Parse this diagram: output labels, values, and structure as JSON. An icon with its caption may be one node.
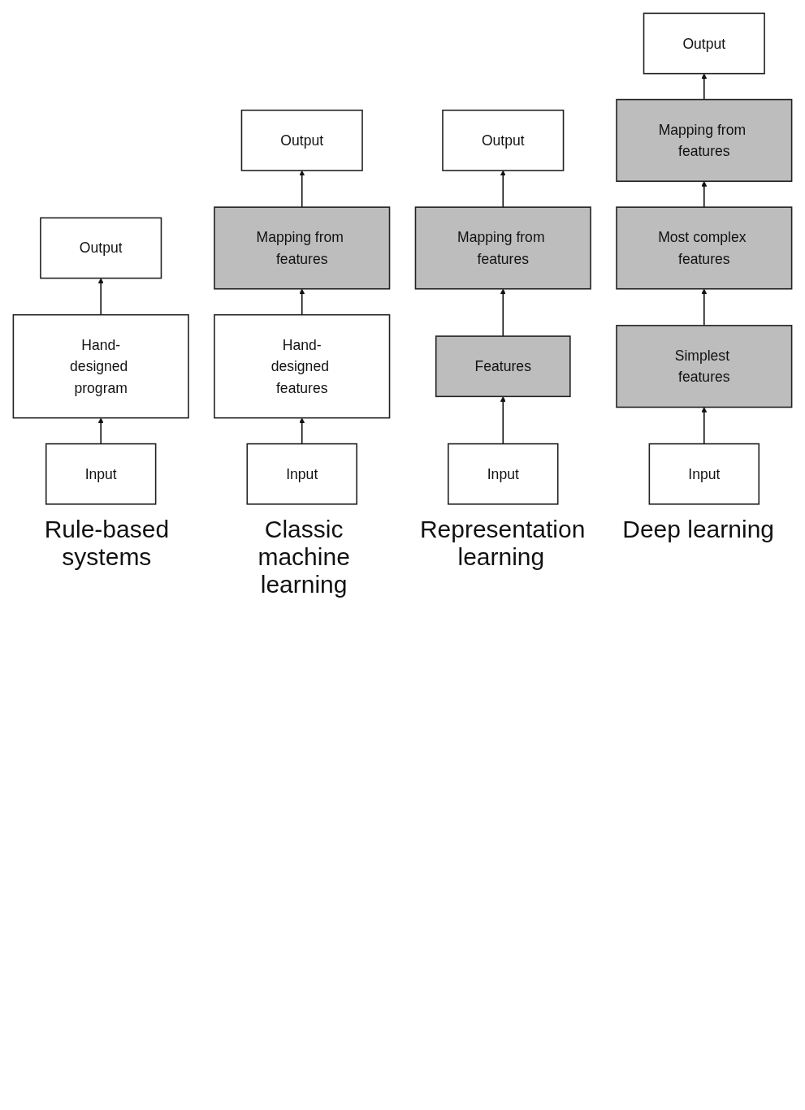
{
  "diagram": {
    "nodes": [
      {
        "text": [
          "Input"
        ]
      },
      {
        "text": [
          "Hand-designed program"
        ]
      },
      {
        "text": [
          "Output"
        ]
      },
      {
        "text": [
          "Input"
        ]
      },
      {
        "text": [
          "Hand-designed features"
        ]
      },
      {
        "text": [
          "Mapping from features"
        ]
      },
      {
        "text": [
          "Output"
        ]
      },
      {
        "text": [
          "Input"
        ]
      },
      {
        "text": [
          "Features"
        ]
      },
      {
        "text": [
          "Mapping from features"
        ]
      },
      {
        "text": [
          "Output"
        ]
      },
      {
        "text": [
          "Input"
        ]
      },
      {
        "text": [
          "Simplest features"
        ]
      },
      {
        "text": [
          "Most complex features"
        ]
      },
      {
        "text": [
          "Mapping from features"
        ]
      },
      {
        "text": [
          "Output"
        ]
      }
    ],
    "edges": [
      {
        "from": 0,
        "to": 1,
        "arrow": "to"
      },
      {
        "from": 1,
        "to": 2,
        "arrow": "to"
      },
      {
        "from": 3,
        "to": 4,
        "arrow": "to"
      },
      {
        "from": 4,
        "to": 5,
        "arrow": "to"
      },
      {
        "from": 5,
        "to": 6,
        "arrow": "to"
      },
      {
        "from": 7,
        "to": 8,
        "arrow": "to"
      },
      {
        "from": 8,
        "to": 9,
        "arrow": "to"
      },
      {
        "from": 9,
        "to": 10,
        "arrow": "to"
      },
      {
        "from": 11,
        "to": 12,
        "arrow": "to"
      },
      {
        "from": 12,
        "to": 13,
        "arrow": "to"
      },
      {
        "from": 13,
        "to": 14,
        "arrow": "to"
      },
      {
        "from": 14,
        "to": 15,
        "arrow": "to"
      }
    ],
    "labels": [
      "Rule-based systems",
      "Classic machine learning",
      "Representation learning",
      "Deep learning"
    ]
  }
}
